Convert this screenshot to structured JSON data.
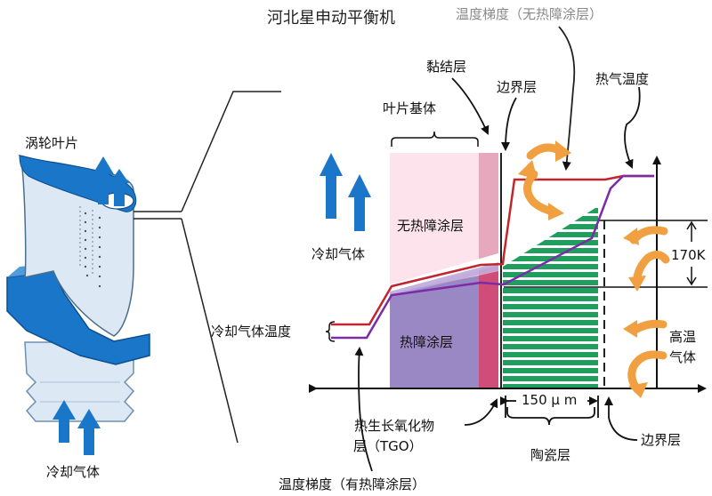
{
  "title": "河北星申动平衡机",
  "labels": {
    "temp_gradient_no_tbc": "温度梯度（无热障涂层）",
    "bond_coat": "黏结层",
    "blade_substrate": "叶片基体",
    "boundary_layer_top": "边界层",
    "hot_gas_temp": "热气温度",
    "turbine_blade": "涡轮叶片",
    "cooling_gas_arrows": "冷却气体",
    "no_tbc": "无热障涂层",
    "k170": "170K",
    "tbc": "热障涂层",
    "cooling_gas_temp": "冷却气体温度",
    "hot_gas_1": "高温",
    "hot_gas_2": "气体",
    "um150": "150 μ m",
    "tgo_1": "热生长氧化物",
    "tgo_2": "层（TGO）",
    "ceramic_layer": "陶瓷层",
    "boundary_layer_bottom": "边界层",
    "cooling_gas_bottom": "冷却气体",
    "temp_gradient_tbc": "温度梯度（有热障涂层）"
  },
  "colors": {
    "blade_blue": "#1976c8",
    "blade_light": "#d8e8f4",
    "substrate_pink": "#fde4ec",
    "tbc_purple": "#9a88c4",
    "bond_pink": "#e6a8bc",
    "bond_dark": "#d04d7a",
    "ceramic_green": "#1f9e5e",
    "arrow_orange": "#f0a040",
    "line_red": "#c0262c",
    "line_purple": "#7b2aa8"
  }
}
